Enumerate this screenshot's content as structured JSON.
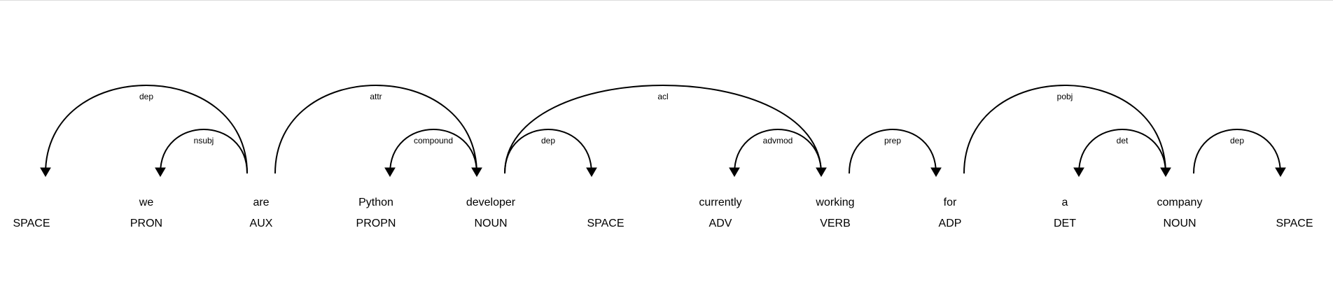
{
  "tokens": [
    {
      "text": "",
      "tag": "SPACE"
    },
    {
      "text": "we",
      "tag": "PRON"
    },
    {
      "text": "are",
      "tag": "AUX"
    },
    {
      "text": "Python",
      "tag": "PROPN"
    },
    {
      "text": "developer",
      "tag": "NOUN"
    },
    {
      "text": "",
      "tag": "SPACE"
    },
    {
      "text": "currently",
      "tag": "ADV"
    },
    {
      "text": "working",
      "tag": "VERB"
    },
    {
      "text": "for",
      "tag": "ADP"
    },
    {
      "text": "a",
      "tag": "DET"
    },
    {
      "text": "company",
      "tag": "NOUN"
    },
    {
      "text": "",
      "tag": "SPACE"
    }
  ],
  "arcs": [
    {
      "label": "dep",
      "head": 2,
      "dependent": 0
    },
    {
      "label": "nsubj",
      "head": 2,
      "dependent": 1
    },
    {
      "label": "attr",
      "head": 2,
      "dependent": 4
    },
    {
      "label": "compound",
      "head": 4,
      "dependent": 3
    },
    {
      "label": "acl",
      "head": 4,
      "dependent": 7
    },
    {
      "label": "dep",
      "head": 4,
      "dependent": 5
    },
    {
      "label": "advmod",
      "head": 7,
      "dependent": 6
    },
    {
      "label": "prep",
      "head": 7,
      "dependent": 8
    },
    {
      "label": "pobj",
      "head": 8,
      "dependent": 10
    },
    {
      "label": "det",
      "head": 10,
      "dependent": 9
    },
    {
      "label": "dep",
      "head": 10,
      "dependent": 11
    }
  ]
}
